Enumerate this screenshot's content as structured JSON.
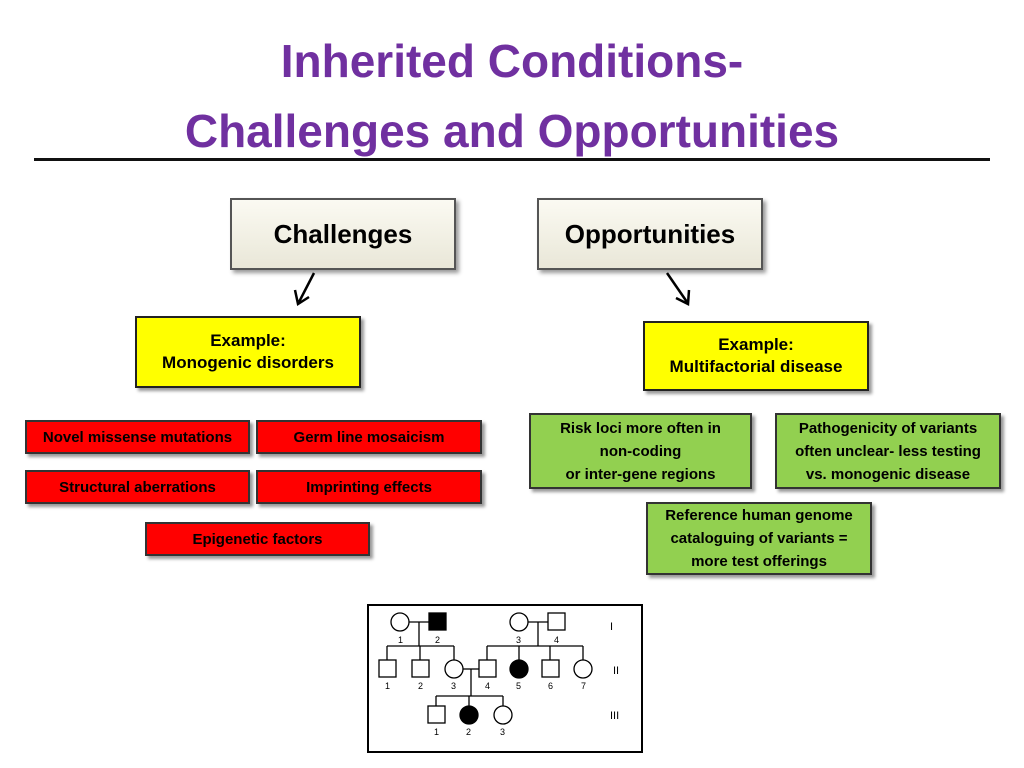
{
  "title": {
    "line1": "Inherited Conditions-",
    "line2": "Challenges and Opportunities"
  },
  "challenges": {
    "header": "Challenges",
    "example": {
      "line1": "Example:",
      "line2": "Monogenic disorders"
    },
    "items": [
      "Novel missense mutations",
      "Germ line mosaicism",
      "Structural aberrations",
      "Imprinting effects",
      "Epigenetic factors"
    ]
  },
  "opportunities": {
    "header": "Opportunities",
    "example": {
      "line1": "Example:",
      "line2": "Multifactorial disease"
    },
    "items": [
      {
        "line1": "Risk loci more often in",
        "line2": "non-coding",
        "line3": "or inter-gene regions"
      },
      {
        "line1": "Pathogenicity of variants",
        "line2": "often unclear- less testing",
        "line3": "vs. monogenic disease"
      },
      {
        "line1": "Reference human genome",
        "line2": "cataloguing of variants =",
        "line3": "more test offerings"
      }
    ]
  },
  "pedigree": {
    "generations": [
      "I",
      "II",
      "III"
    ],
    "gen1": [
      "1",
      "2",
      "3",
      "4"
    ],
    "gen2": [
      "1",
      "2",
      "3",
      "4",
      "5",
      "6",
      "7"
    ],
    "gen3": [
      "1",
      "2",
      "3"
    ]
  },
  "colors": {
    "title": "#7030a0",
    "example_box": "#ffff00",
    "challenge_item": "#ff0000",
    "opportunity_item": "#92d050"
  }
}
